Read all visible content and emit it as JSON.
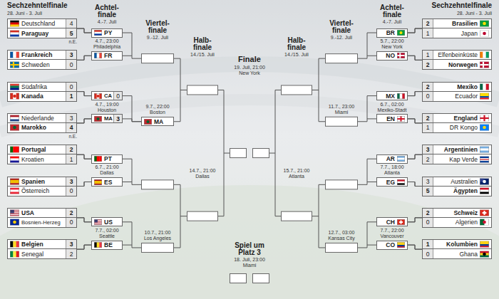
{
  "diagram": {
    "nodes": [
      {
        "text": [
          "Deutschland",
          "4"
        ]
      },
      {
        "text": [
          "Paraguay",
          "5"
        ]
      },
      {
        "text": [
          "Frankreich",
          "3"
        ]
      },
      {
        "text": [
          "Schweden",
          "0"
        ]
      },
      {
        "text": [
          "Südafrika",
          "0"
        ]
      },
      {
        "text": [
          "Kanada",
          "1"
        ]
      },
      {
        "text": [
          "Niederlande",
          "3"
        ]
      },
      {
        "text": [
          "Marokko",
          "4"
        ]
      },
      {
        "text": [
          "Portugal",
          "2"
        ]
      },
      {
        "text": [
          "Kroatien",
          "1"
        ]
      },
      {
        "text": [
          "Spanien",
          "3"
        ]
      },
      {
        "text": [
          "Österreich",
          "0"
        ]
      },
      {
        "text": [
          "USA",
          "2"
        ]
      },
      {
        "text": [
          "Bosnien-Herzeg",
          "0"
        ]
      },
      {
        "text": [
          "Belgien",
          "3"
        ]
      },
      {
        "text": [
          "Senegal",
          "2"
        ]
      },
      {
        "text": [
          "PY"
        ]
      },
      {
        "text": [
          "FR"
        ]
      },
      {
        "text": [
          "CA",
          "0"
        ]
      },
      {
        "text": [
          "MA",
          "3"
        ]
      },
      {
        "text": [
          "PT"
        ]
      },
      {
        "text": [
          "ES"
        ]
      },
      {
        "text": [
          "US"
        ]
      },
      {
        "text": [
          "BE"
        ]
      },
      {
        "text": [
          "MA"
        ]
      },
      {
        "text": [
          "BR"
        ]
      },
      {
        "text": [
          "NO"
        ]
      },
      {
        "text": [
          "MX"
        ]
      },
      {
        "text": [
          "EN"
        ]
      },
      {
        "text": [
          "AR"
        ]
      },
      {
        "text": [
          "EG"
        ]
      },
      {
        "text": [
          "CH"
        ]
      },
      {
        "text": [
          "CO"
        ]
      },
      {
        "text": [
          "Brasilien",
          "2"
        ]
      },
      {
        "text": [
          "Japan",
          "1"
        ]
      },
      {
        "text": [
          "Elfenbeinküste",
          "1"
        ]
      },
      {
        "text": [
          "Norwegen",
          "2"
        ]
      },
      {
        "text": [
          "Mexiko",
          "2"
        ]
      },
      {
        "text": [
          "Ecuador",
          "0"
        ]
      },
      {
        "text": [
          "England",
          "2"
        ]
      },
      {
        "text": [
          "DR Kongo",
          "1"
        ]
      },
      {
        "text": [
          "Argentinien",
          "3"
        ]
      },
      {
        "text": [
          "Kap Verde",
          "2"
        ]
      },
      {
        "text": [
          "Australien",
          "3"
        ]
      },
      {
        "text": [
          "Ägypten",
          "5"
        ]
      },
      {
        "text": [
          "Schweiz",
          "2"
        ]
      },
      {
        "text": [
          "Algerien",
          "0"
        ]
      },
      {
        "text": [
          "Kolumbien",
          "1"
        ]
      },
      {
        "text": [
          "Ghana",
          "0"
        ]
      }
    ],
    "edges": [
      {
        "from": 0,
        "to": 16,
        "arrow": "none"
      },
      {
        "from": 1,
        "to": 16,
        "arrow": "none"
      },
      {
        "from": 2,
        "to": 17,
        "arrow": "none"
      },
      {
        "from": 3,
        "to": 17,
        "arrow": "none"
      },
      {
        "from": 4,
        "to": 18,
        "arrow": "none"
      },
      {
        "from": 5,
        "to": 18,
        "arrow": "none"
      },
      {
        "from": 6,
        "to": 19,
        "arrow": "none"
      },
      {
        "from": 7,
        "to": 19,
        "arrow": "none"
      },
      {
        "from": 8,
        "to": 20,
        "arrow": "none"
      },
      {
        "from": 9,
        "to": 20,
        "arrow": "none"
      },
      {
        "from": 10,
        "to": 21,
        "arrow": "none"
      },
      {
        "from": 11,
        "to": 21,
        "arrow": "none"
      },
      {
        "from": 12,
        "to": 22,
        "arrow": "none"
      },
      {
        "from": 13,
        "to": 22,
        "arrow": "none"
      },
      {
        "from": 14,
        "to": 23,
        "arrow": "none"
      },
      {
        "from": 15,
        "to": 23,
        "arrow": "none"
      },
      {
        "from": 18,
        "to": 24,
        "arrow": "none"
      },
      {
        "from": 19,
        "to": 24,
        "arrow": "none"
      },
      {
        "from": 33,
        "to": 25,
        "arrow": "none"
      },
      {
        "from": 34,
        "to": 25,
        "arrow": "none"
      },
      {
        "from": 35,
        "to": 26,
        "arrow": "none"
      },
      {
        "from": 36,
        "to": 26,
        "arrow": "none"
      },
      {
        "from": 37,
        "to": 27,
        "arrow": "none"
      },
      {
        "from": 38,
        "to": 27,
        "arrow": "none"
      },
      {
        "from": 39,
        "to": 28,
        "arrow": "none"
      },
      {
        "from": 40,
        "to": 28,
        "arrow": "none"
      },
      {
        "from": 41,
        "to": 29,
        "arrow": "none"
      },
      {
        "from": 42,
        "to": 29,
        "arrow": "none"
      },
      {
        "from": 43,
        "to": 30,
        "arrow": "none"
      },
      {
        "from": 44,
        "to": 30,
        "arrow": "none"
      },
      {
        "from": 45,
        "to": 31,
        "arrow": "none"
      },
      {
        "from": 46,
        "to": 31,
        "arrow": "none"
      },
      {
        "from": 47,
        "to": 32,
        "arrow": "none"
      },
      {
        "from": 48,
        "to": 32,
        "arrow": "none"
      }
    ],
    "labels": [
      "Sechzehntelfinale",
      "28. Juni - 3. Juli",
      "n.E.",
      "Achtel- finale",
      "4.-7. Juli",
      "4.7., 23:00 Philadelphia",
      "4.7., 19:00 Houston",
      "6.7., 21:00 Dallas",
      "7.7., 02:00 Seattle",
      "n.E.",
      "Viertel- finale",
      "9.-12. Juli",
      "9.7., 22:00 Boston",
      "10.7., 21:00 Los Angeles",
      "Halb- finale",
      "14./15. Juli",
      "14.7., 21:00 Dallas",
      "Finale",
      "19. Juli, 21:00 New York",
      "Spiel um Platz 3",
      "18. Juli, 23:00 Miami",
      "Halb- finale",
      "14./15. Juli",
      "15.7., 21:00 Atlanta",
      "Viertel- finale",
      "9.-12. Juli",
      "11.7., 23:00 Miami",
      "12.7., 03:00 Kansas City",
      "Achtel- finale",
      "4.-7. Juli",
      "5.7., 22:00 New York",
      "6.7., 02:00 Mexiko-Stadt",
      "7.7., 18:00 Atlanta",
      "7.7., 22:00 Vancouver",
      "Sechzehntelfinale",
      "28. Juni - 3. Juli"
    ]
  }
}
